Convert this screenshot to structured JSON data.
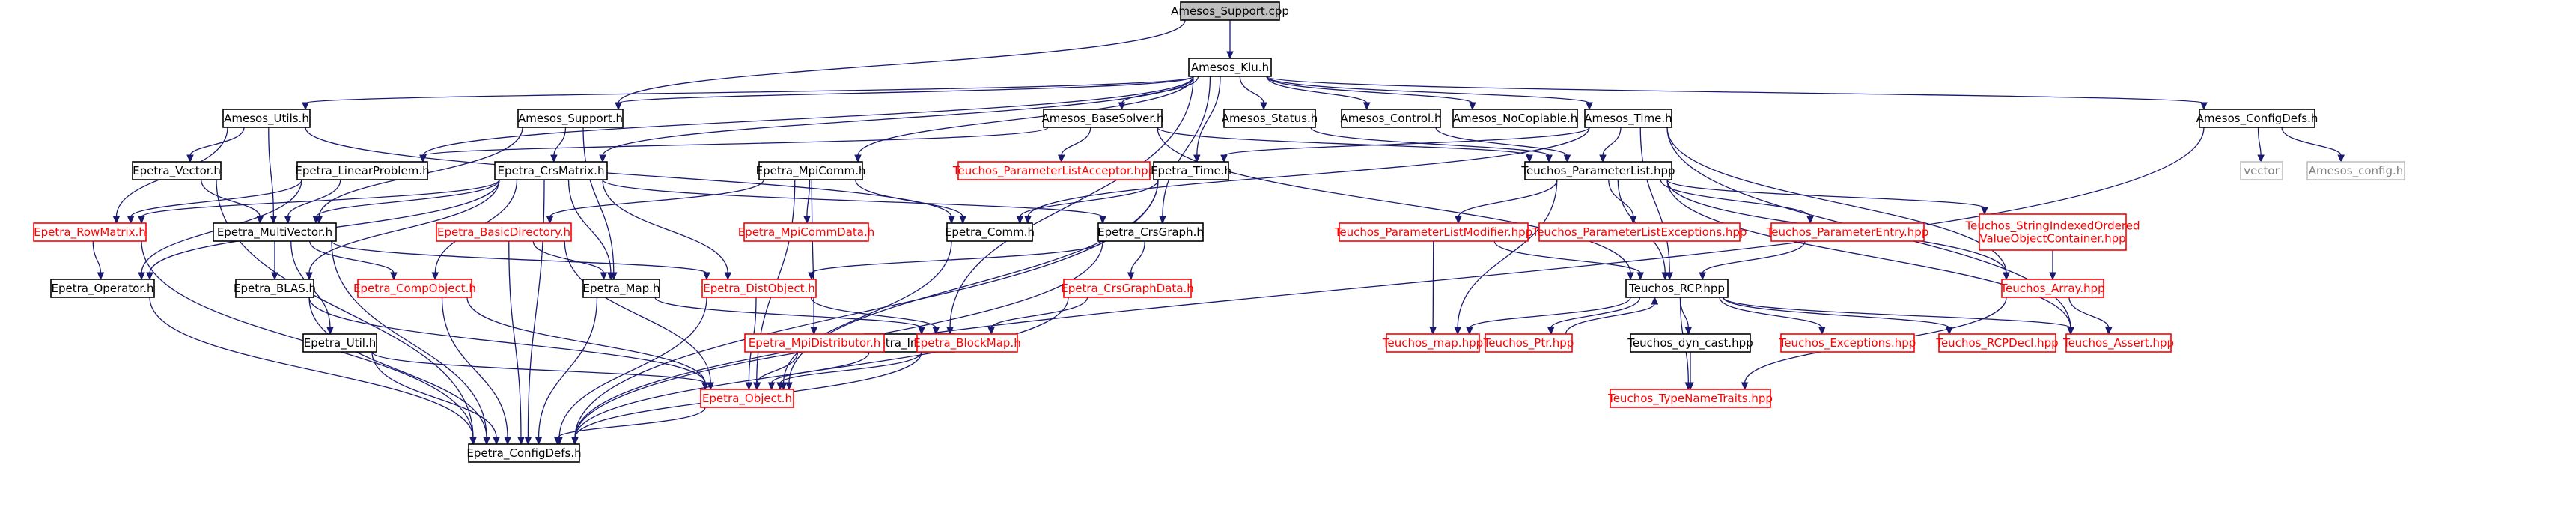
{
  "colors": {
    "edge": "#191970",
    "root_fill": "#bfbfbf",
    "border_black": "#000000",
    "border_red": "#ff0000",
    "border_gray": "#bfbfbf",
    "text_black": "#000000",
    "text_red": "#ff0000",
    "text_gray": "#808080"
  },
  "nodes": [
    {
      "id": "root",
      "label": "Amesos_Support.cpp",
      "style": "root"
    },
    {
      "id": "klu",
      "label": "Amesos_Klu.h",
      "style": "normal"
    },
    {
      "id": "utils",
      "label": "Amesos_Utils.h",
      "style": "normal"
    },
    {
      "id": "support",
      "label": "Amesos_Support.h",
      "style": "normal"
    },
    {
      "id": "basesolver",
      "label": "Amesos_BaseSolver.h",
      "style": "normal"
    },
    {
      "id": "status",
      "label": "Amesos_Status.h",
      "style": "normal"
    },
    {
      "id": "control",
      "label": "Amesos_Control.h",
      "style": "normal"
    },
    {
      "id": "nocopiable",
      "label": "Amesos_NoCopiable.h",
      "style": "normal"
    },
    {
      "id": "amtime",
      "label": "Amesos_Time.h",
      "style": "normal"
    },
    {
      "id": "configdefs_am",
      "label": "Amesos_ConfigDefs.h",
      "style": "normal"
    },
    {
      "id": "vector",
      "label": "Epetra_Vector.h",
      "style": "normal"
    },
    {
      "id": "linprob",
      "label": "Epetra_LinearProblem.h",
      "style": "normal"
    },
    {
      "id": "crsmatrix",
      "label": "Epetra_CrsMatrix.h",
      "style": "normal"
    },
    {
      "id": "mpicomm",
      "label": "Epetra_MpiComm.h",
      "style": "normal"
    },
    {
      "id": "tplacceptor",
      "label": "Teuchos_ParameterListAcceptor.hpp",
      "style": "missing"
    },
    {
      "id": "eptime",
      "label": "Epetra_Time.h",
      "style": "normal"
    },
    {
      "id": "paramlist",
      "label": "Teuchos_ParameterList.hpp",
      "style": "normal"
    },
    {
      "id": "stdvector",
      "label": "vector",
      "style": "external"
    },
    {
      "id": "amconfig",
      "label": "Amesos_config.h",
      "style": "external"
    },
    {
      "id": "rowmatrix",
      "label": "Epetra_RowMatrix.h",
      "style": "missing"
    },
    {
      "id": "multivector",
      "label": "Epetra_MultiVector.h",
      "style": "normal"
    },
    {
      "id": "basicdir",
      "label": "Epetra_BasicDirectory.h",
      "style": "missing"
    },
    {
      "id": "mpicommdata",
      "label": "Epetra_MpiCommData.h",
      "style": "missing"
    },
    {
      "id": "comm",
      "label": "Epetra_Comm.h",
      "style": "normal"
    },
    {
      "id": "crsgraph",
      "label": "Epetra_CrsGraph.h",
      "style": "normal"
    },
    {
      "id": "plmodifier",
      "label": "Teuchos_ParameterListModifier.hpp",
      "style": "missing"
    },
    {
      "id": "plexceptions",
      "label": "Teuchos_ParameterListExceptions.hpp",
      "style": "missing"
    },
    {
      "id": "paramentry",
      "label": "Teuchos_ParameterEntry.hpp",
      "style": "missing"
    },
    {
      "id": "stringindexed",
      "label": [
        "Teuchos_StringIndexedOrdered",
        "ValueObjectContainer.hpp"
      ],
      "style": "missing"
    },
    {
      "id": "operator",
      "label": "Epetra_Operator.h",
      "style": "normal"
    },
    {
      "id": "blas",
      "label": "Epetra_BLAS.h",
      "style": "normal"
    },
    {
      "id": "compobject",
      "label": "Epetra_CompObject.h",
      "style": "missing"
    },
    {
      "id": "map",
      "label": "Epetra_Map.h",
      "style": "normal"
    },
    {
      "id": "distobject",
      "label": "Epetra_DistObject.h",
      "style": "missing"
    },
    {
      "id": "crsgraphdata",
      "label": "Epetra_CrsGraphData.h",
      "style": "missing"
    },
    {
      "id": "rcp",
      "label": "Teuchos_RCP.hpp",
      "style": "normal"
    },
    {
      "id": "tarray",
      "label": "Teuchos_Array.hpp",
      "style": "missing"
    },
    {
      "id": "import",
      "label": "Epetra_Import.h",
      "style": "normal"
    },
    {
      "id": "util",
      "label": "Epetra_Util.h",
      "style": "normal"
    },
    {
      "id": "mpidistributor",
      "label": "Epetra_MpiDistributor.h",
      "style": "missing"
    },
    {
      "id": "blockmap",
      "label": "Epetra_BlockMap.h",
      "style": "missing"
    },
    {
      "id": "tmap",
      "label": "Teuchos_map.hpp",
      "style": "missing"
    },
    {
      "id": "tptr",
      "label": "Teuchos_Ptr.hpp",
      "style": "missing"
    },
    {
      "id": "dyncast",
      "label": "Teuchos_dyn_cast.hpp",
      "style": "normal"
    },
    {
      "id": "texceptions",
      "label": "Teuchos_Exceptions.hpp",
      "style": "missing"
    },
    {
      "id": "rcpdecl",
      "label": "Teuchos_RCPDecl.hpp",
      "style": "missing"
    },
    {
      "id": "tassert",
      "label": "Teuchos_Assert.hpp",
      "style": "missing"
    },
    {
      "id": "epobject",
      "label": "Epetra_Object.h",
      "style": "missing"
    },
    {
      "id": "typenametraits",
      "label": "Teuchos_TypeNameTraits.hpp",
      "style": "missing"
    },
    {
      "id": "configdefs_ep",
      "label": "Epetra_ConfigDefs.h",
      "style": "normal"
    }
  ],
  "edges": [
    [
      "root",
      "klu"
    ],
    [
      "root",
      "support"
    ],
    [
      "klu",
      "utils"
    ],
    [
      "klu",
      "support"
    ],
    [
      "klu",
      "basesolver"
    ],
    [
      "klu",
      "status"
    ],
    [
      "klu",
      "control"
    ],
    [
      "klu",
      "nocopiable"
    ],
    [
      "klu",
      "amtime"
    ],
    [
      "klu",
      "configdefs_am"
    ],
    [
      "klu",
      "linprob"
    ],
    [
      "klu",
      "crsmatrix"
    ],
    [
      "klu",
      "mpicomm"
    ],
    [
      "klu",
      "eptime"
    ],
    [
      "klu",
      "import"
    ],
    [
      "klu",
      "crsgraph"
    ],
    [
      "utils",
      "vector"
    ],
    [
      "utils",
      "multivector"
    ],
    [
      "utils",
      "rowmatrix"
    ],
    [
      "utils",
      "comm"
    ],
    [
      "support",
      "crsmatrix"
    ],
    [
      "support",
      "multivector"
    ],
    [
      "support",
      "map"
    ],
    [
      "basesolver",
      "linprob"
    ],
    [
      "basesolver",
      "tplacceptor"
    ],
    [
      "basesolver",
      "paramlist"
    ],
    [
      "basesolver",
      "rcp"
    ],
    [
      "status",
      "paramlist"
    ],
    [
      "control",
      "paramlist"
    ],
    [
      "amtime",
      "paramlist"
    ],
    [
      "amtime",
      "eptime"
    ],
    [
      "amtime",
      "comm"
    ],
    [
      "amtime",
      "rcp"
    ],
    [
      "amtime",
      "tarray"
    ],
    [
      "amtime",
      "tassert"
    ],
    [
      "configdefs_am",
      "stdvector"
    ],
    [
      "configdefs_am",
      "amconfig"
    ],
    [
      "configdefs_am",
      "configdefs_ep"
    ],
    [
      "vector",
      "multivector"
    ],
    [
      "vector",
      "configdefs_ep"
    ],
    [
      "linprob",
      "rowmatrix"
    ],
    [
      "linprob",
      "operator"
    ],
    [
      "linprob",
      "multivector"
    ],
    [
      "crsmatrix",
      "rowmatrix"
    ],
    [
      "crsmatrix",
      "multivector"
    ],
    [
      "crsmatrix",
      "crsgraph"
    ],
    [
      "crsmatrix",
      "operator"
    ],
    [
      "crsmatrix",
      "blas"
    ],
    [
      "crsmatrix",
      "compobject"
    ],
    [
      "crsmatrix",
      "distobject"
    ],
    [
      "crsmatrix",
      "configdefs_ep"
    ],
    [
      "crsmatrix",
      "map"
    ],
    [
      "mpicomm",
      "basicdir"
    ],
    [
      "mpicomm",
      "mpicommdata"
    ],
    [
      "mpicomm",
      "comm"
    ],
    [
      "mpicomm",
      "mpidistributor"
    ],
    [
      "mpicomm",
      "epobject"
    ],
    [
      "eptime",
      "comm"
    ],
    [
      "eptime",
      "epobject"
    ],
    [
      "eptime",
      "configdefs_ep"
    ],
    [
      "paramlist",
      "plmodifier"
    ],
    [
      "paramlist",
      "plexceptions"
    ],
    [
      "paramlist",
      "paramentry"
    ],
    [
      "paramlist",
      "stringindexed"
    ],
    [
      "paramlist",
      "rcp"
    ],
    [
      "paramlist",
      "tarray"
    ],
    [
      "paramlist",
      "tassert"
    ],
    [
      "paramlist",
      "tmap"
    ],
    [
      "rowmatrix",
      "operator"
    ],
    [
      "rowmatrix",
      "configdefs_ep"
    ],
    [
      "multivector",
      "blas"
    ],
    [
      "multivector",
      "compobject"
    ],
    [
      "multivector",
      "distobject"
    ],
    [
      "multivector",
      "configdefs_ep"
    ],
    [
      "multivector",
      "util"
    ],
    [
      "basicdir",
      "map"
    ],
    [
      "basicdir",
      "epobject"
    ],
    [
      "basicdir",
      "configdefs_ep"
    ],
    [
      "comm",
      "epobject"
    ],
    [
      "crsgraph",
      "distobject"
    ],
    [
      "crsgraph",
      "crsgraphdata"
    ],
    [
      "crsgraph",
      "configdefs_ep"
    ],
    [
      "plmodifier",
      "tmap"
    ],
    [
      "plmodifier",
      "rcp"
    ],
    [
      "paramentry",
      "rcp"
    ],
    [
      "stringindexed",
      "tarray"
    ],
    [
      "operator",
      "configdefs_ep"
    ],
    [
      "blas",
      "configdefs_ep"
    ],
    [
      "blas",
      "epobject"
    ],
    [
      "compobject",
      "configdefs_ep"
    ],
    [
      "compobject",
      "epobject"
    ],
    [
      "map",
      "blockmap"
    ],
    [
      "map",
      "configdefs_ep"
    ],
    [
      "distobject",
      "blockmap"
    ],
    [
      "distobject",
      "epobject"
    ],
    [
      "distobject",
      "configdefs_ep"
    ],
    [
      "crsgraphdata",
      "blockmap"
    ],
    [
      "crsgraphdata",
      "configdefs_ep"
    ],
    [
      "rcp",
      "tmap"
    ],
    [
      "rcp",
      "tptr"
    ],
    [
      "rcp",
      "dyncast"
    ],
    [
      "rcp",
      "texceptions"
    ],
    [
      "rcp",
      "rcpdecl"
    ],
    [
      "rcp",
      "tassert"
    ],
    [
      "rcp",
      "typenametraits"
    ],
    [
      "tptr",
      "rcp"
    ],
    [
      "tarray",
      "tassert"
    ],
    [
      "tarray",
      "typenametraits"
    ],
    [
      "import",
      "blockmap"
    ],
    [
      "import",
      "epobject"
    ],
    [
      "util",
      "epobject"
    ],
    [
      "util",
      "configdefs_ep"
    ],
    [
      "mpidistributor",
      "epobject"
    ],
    [
      "blockmap",
      "epobject"
    ],
    [
      "blockmap",
      "configdefs_ep"
    ],
    [
      "dyncast",
      "typenametraits"
    ],
    [
      "epobject",
      "configdefs_ep"
    ]
  ]
}
